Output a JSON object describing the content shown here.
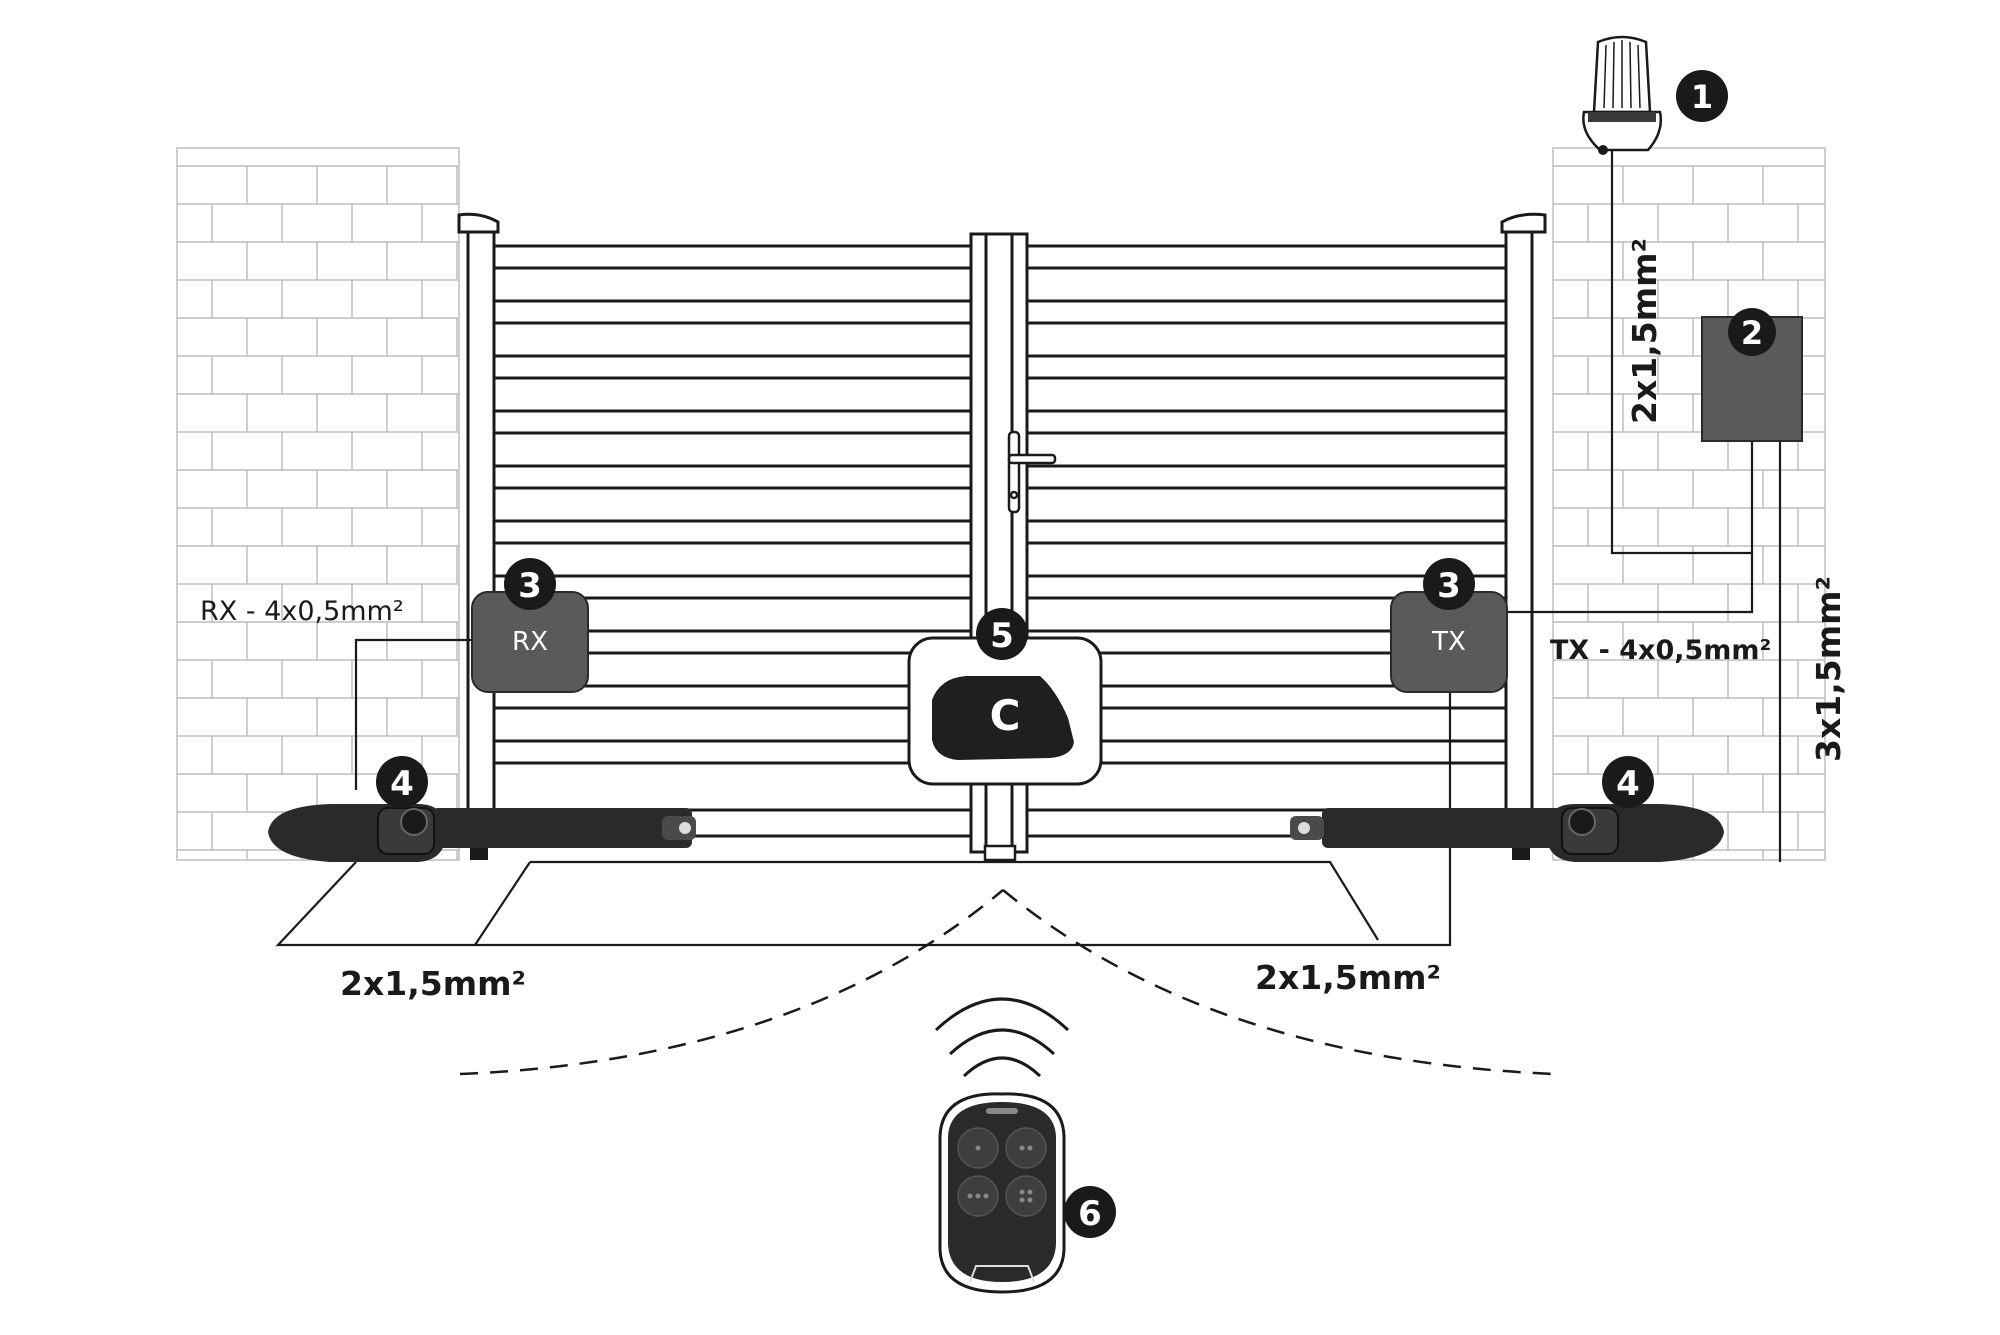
{
  "diagram": {
    "badges": {
      "b1": "1",
      "b2": "2",
      "b3_left": "3",
      "b3_right": "3",
      "b4_left": "4",
      "b4_right": "4",
      "b5": "5",
      "b6": "6"
    },
    "photocell_rx": {
      "label": "RX"
    },
    "photocell_tx": {
      "label": "TX"
    },
    "push_button": {
      "label": "C"
    },
    "wires": {
      "lamp": "2x1,5mm²",
      "power": "3x1,5mm²",
      "rx": "RX - 4x0,5mm²",
      "tx": "TX - 4x0,5mm²",
      "motor_left": "2x1,5mm²",
      "motor_right": "2x1,5mm²"
    },
    "colors": {
      "line": "#1a1a1a",
      "box_fill": "#5a5a5a",
      "badge_fill": "#1a1a1a",
      "brick": "#b8b8b8",
      "actuator": "#2a2a2a"
    }
  }
}
